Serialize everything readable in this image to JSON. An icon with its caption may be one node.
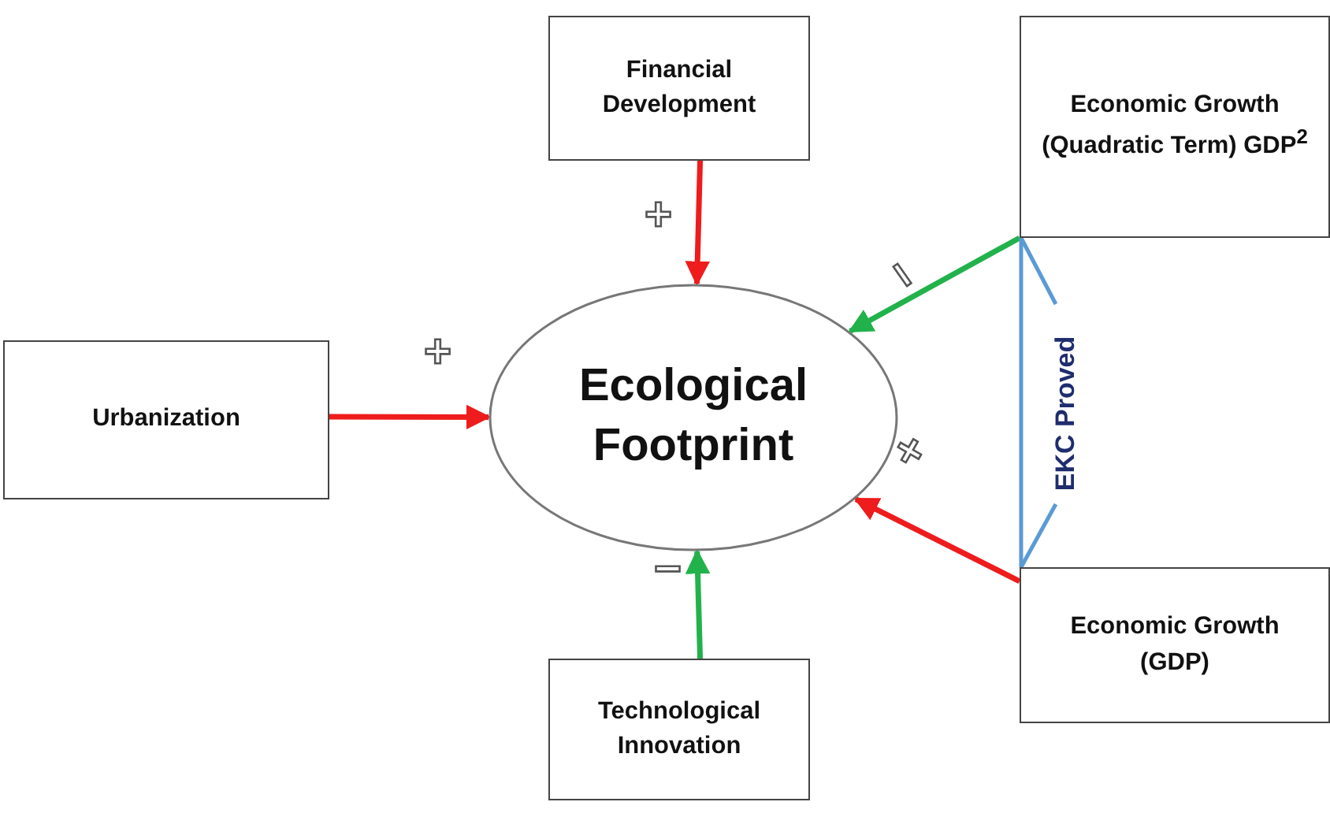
{
  "diagram": {
    "nodes": [
      {
        "text": [
          "Financial Development"
        ]
      },
      {
        "text": [
          "Economic Growth (Quadratic Term) GDP$^{2}$"
        ]
      },
      {
        "text": [
          "Urbanization"
        ]
      },
      {
        "text": [
          "Ecological Footprint"
        ]
      },
      {
        "text": [
          "Economic Growth (GDP)"
        ]
      },
      {
        "text": [
          "Technological Innovation"
        ]
      }
    ],
    "edges": [
      {
        "from": 0,
        "to": 3,
        "arrow": "to",
        "label": "+",
        "color": "#ee1c1c"
      },
      {
        "from": 1,
        "to": 3,
        "arrow": "to",
        "label": "−",
        "color": "#22b24c"
      },
      {
        "from": 2,
        "to": 3,
        "arrow": "to",
        "label": "+",
        "color": "#ee1c1c"
      },
      {
        "from": 5,
        "to": 3,
        "arrow": "to",
        "label": "−",
        "color": "#22b24c"
      },
      {
        "from": 4,
        "to": 3,
        "arrow": "to",
        "label": "+",
        "color": "#ee1c1c"
      },
      {
        "from": 1,
        "to": 4,
        "arrow": "none",
        "label": "EKC Proved",
        "color": "#5b9bd5"
      }
    ]
  }
}
